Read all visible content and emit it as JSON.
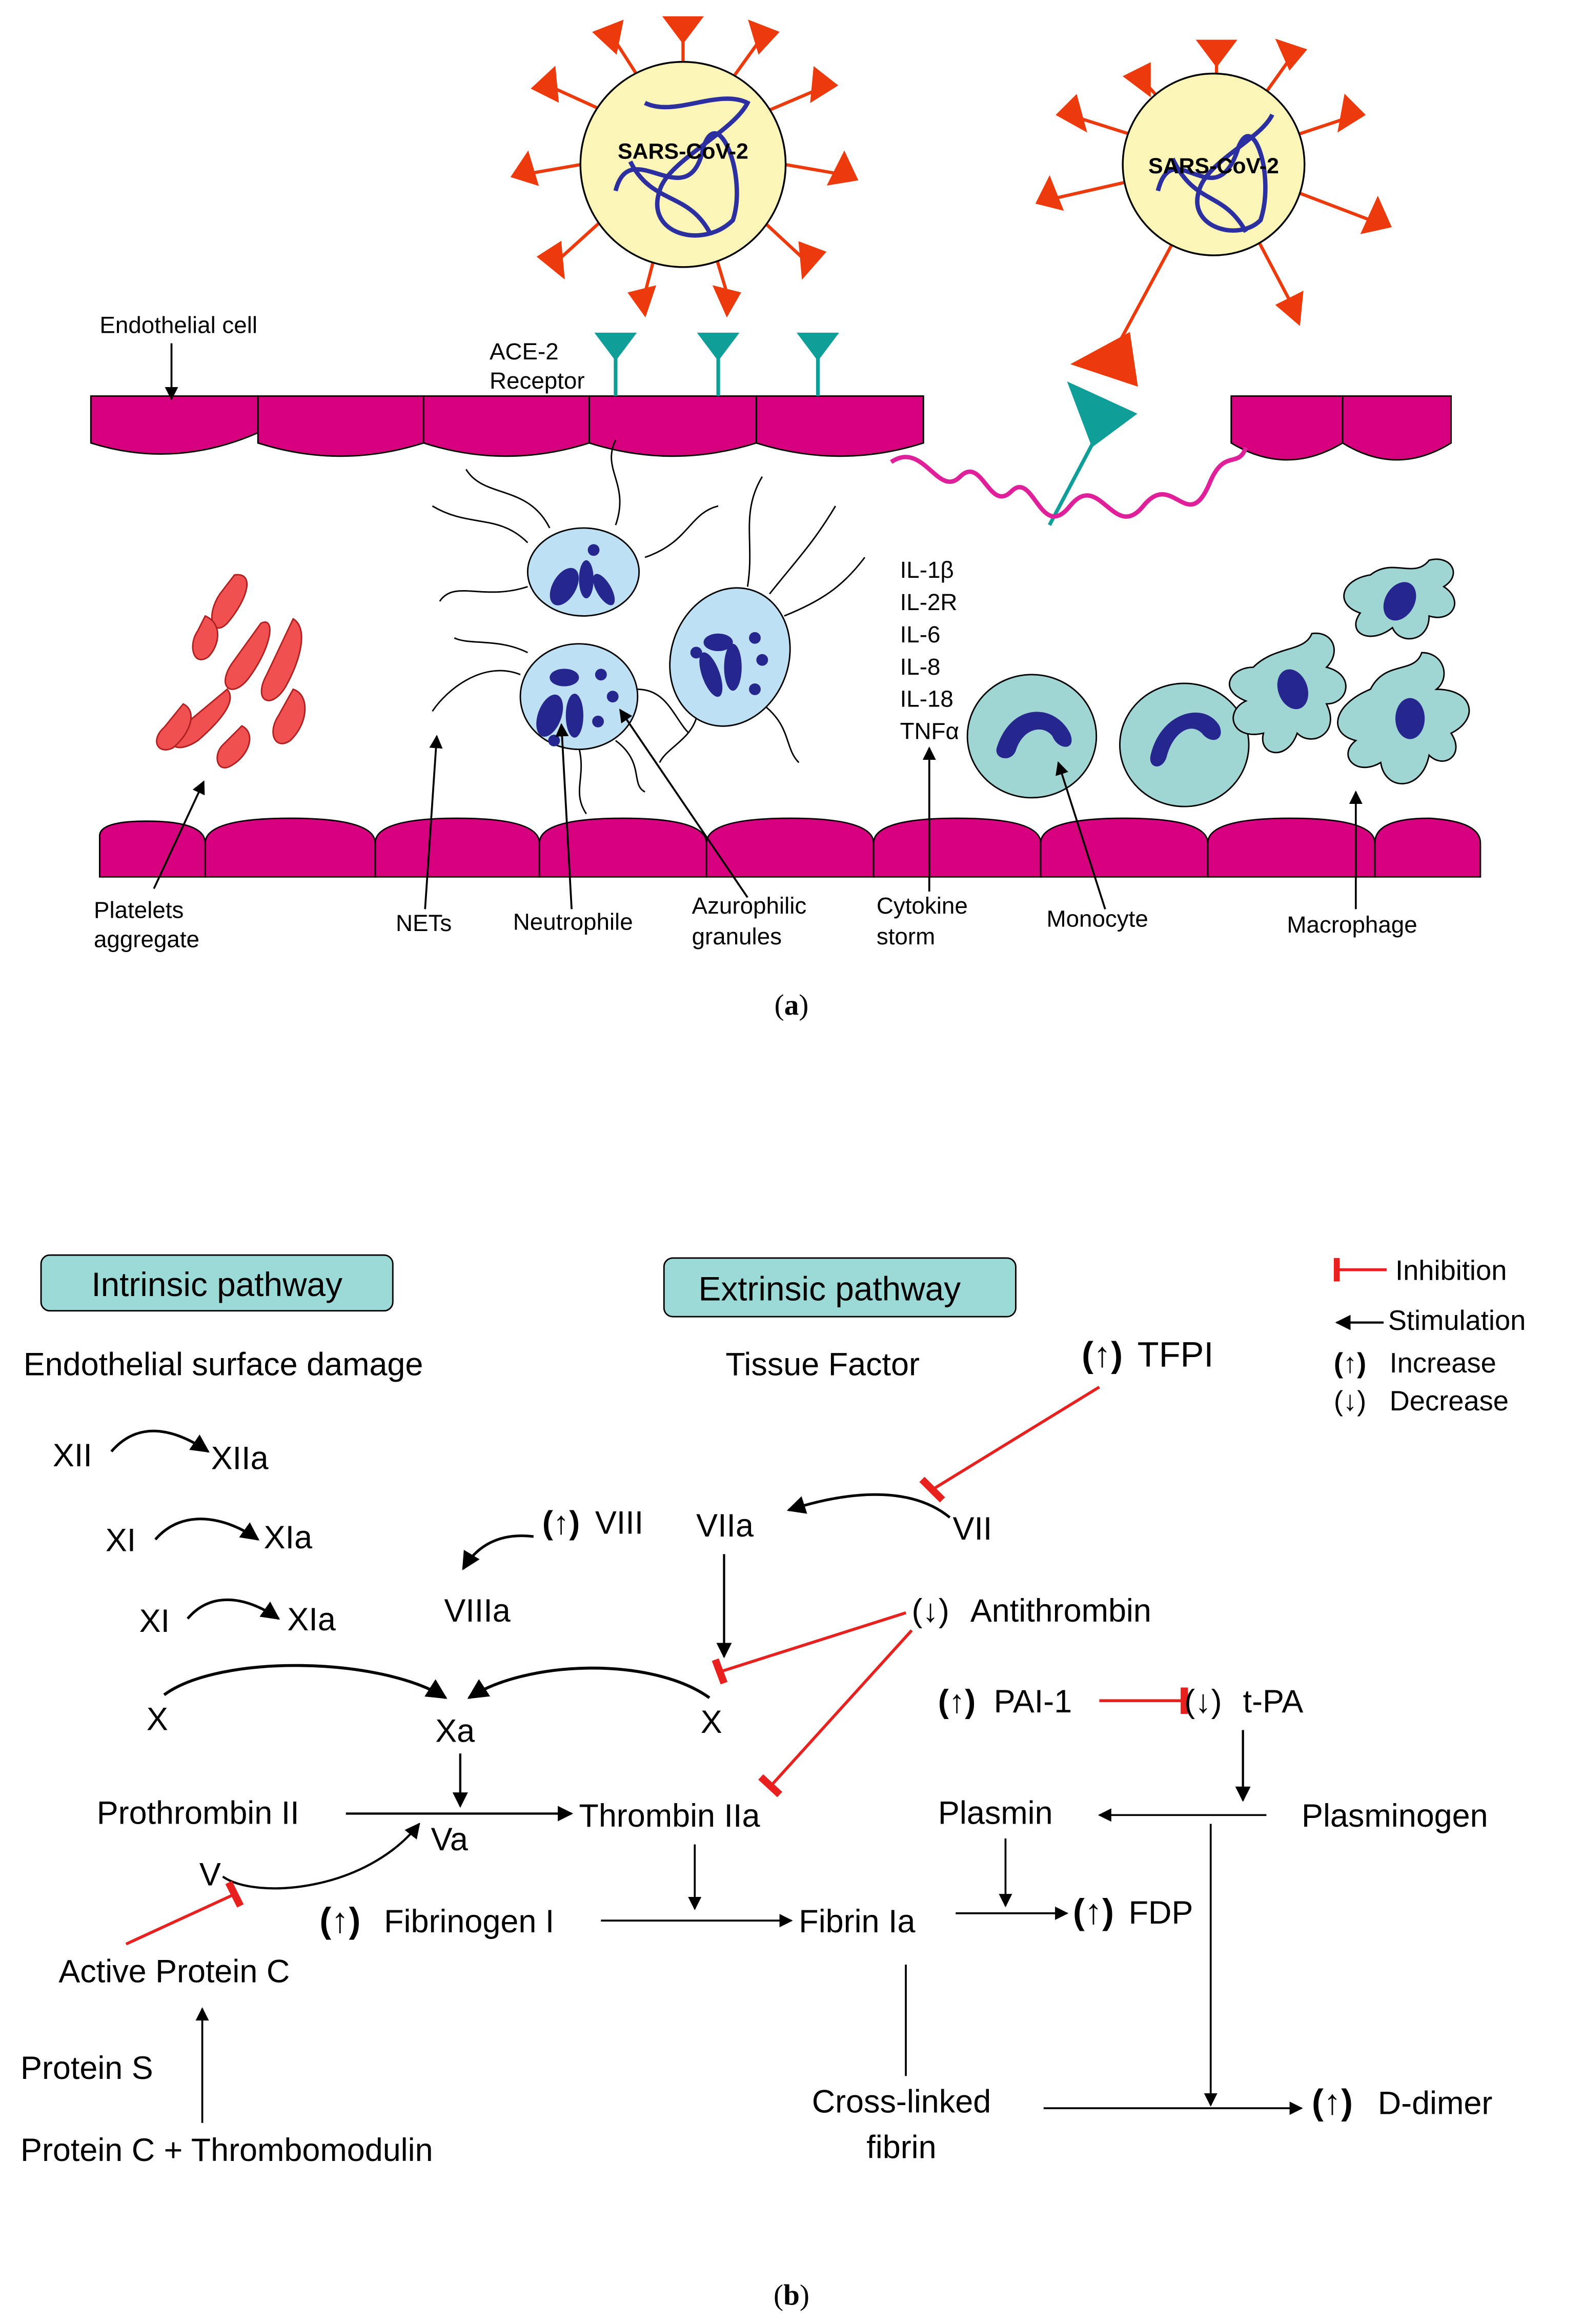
{
  "colors": {
    "cell_fill": "#d6007e",
    "virus_fill": "#fbf5b8",
    "spike": "#ec3a0c",
    "rna": "#2b2fa0",
    "receptor": "#0f9e98",
    "platelet": "#f05050",
    "leukocyte": "#bde0f5",
    "nucleus": "#26268f",
    "monocyte": "#9fd6d4",
    "box_fill": "#9bdad6",
    "green": "#1fa84a",
    "red": "#e8201e"
  },
  "panel_a": {
    "virus_label": "SARS-CoV-2",
    "endothelial_label": "Endothelial cell",
    "ace2_label": [
      "ACE-2",
      "Receptor"
    ],
    "cytokines": [
      "IL-1β",
      "IL-2R",
      "IL-6",
      "IL-8",
      "IL-18",
      "TNFα"
    ],
    "bottom_labels": {
      "platelets": [
        "Platelets",
        "aggregate"
      ],
      "nets": "NETs",
      "neutrophile": "Neutrophile",
      "azurophilic": [
        "Azurophilic",
        "granules"
      ],
      "cytokine_storm": [
        "Cytokine",
        "storm"
      ],
      "monocyte": "Monocyte",
      "macrophage": "Macrophage"
    },
    "caption": "a"
  },
  "panel_b": {
    "intrinsic_title": "Intrinsic pathway",
    "extrinsic_title": "Extrinsic pathway",
    "endothelial_damage": "Endothelial surface damage",
    "tissue_factor": "Tissue Factor",
    "tfpi": "TFPI",
    "xii": "XII",
    "xiia": "XIIa",
    "xi_1": "XI",
    "xia_1": "XIa",
    "xi_2": "XI",
    "xia_2": "XIa",
    "viii": "VIII",
    "viiia": "VIIIa",
    "viia": "VIIa",
    "vii": "VII",
    "antithrombin": "Antithrombin",
    "x_left": "X",
    "xa": "Xa",
    "x_right": "X",
    "pai1": "PAI-1",
    "tpa": "t-PA",
    "prothrombin": "Prothrombin II",
    "thrombin": "Thrombin IIa",
    "va": "Va",
    "v": "V",
    "plasmin": "Plasmin",
    "plasminogen": "Plasminogen",
    "fibrinogen": "Fibrinogen I",
    "fibrin": "Fibrin Ia",
    "fdp": "FDP",
    "active_protein_c": "Active Protein C",
    "protein_s": "Protein S",
    "protein_c_thrombomodulin": "Protein C + Thrombomodulin",
    "cross_linked": [
      "Cross-linked",
      "fibrin"
    ],
    "ddimer": "D-dimer",
    "up_symbol": "(↑)",
    "down_symbol": "(↓)",
    "legend": {
      "inhibition": "Inhibition",
      "stimulation": "Stimulation",
      "increase": "Increase",
      "decrease": "Decrease"
    },
    "caption": "b"
  }
}
